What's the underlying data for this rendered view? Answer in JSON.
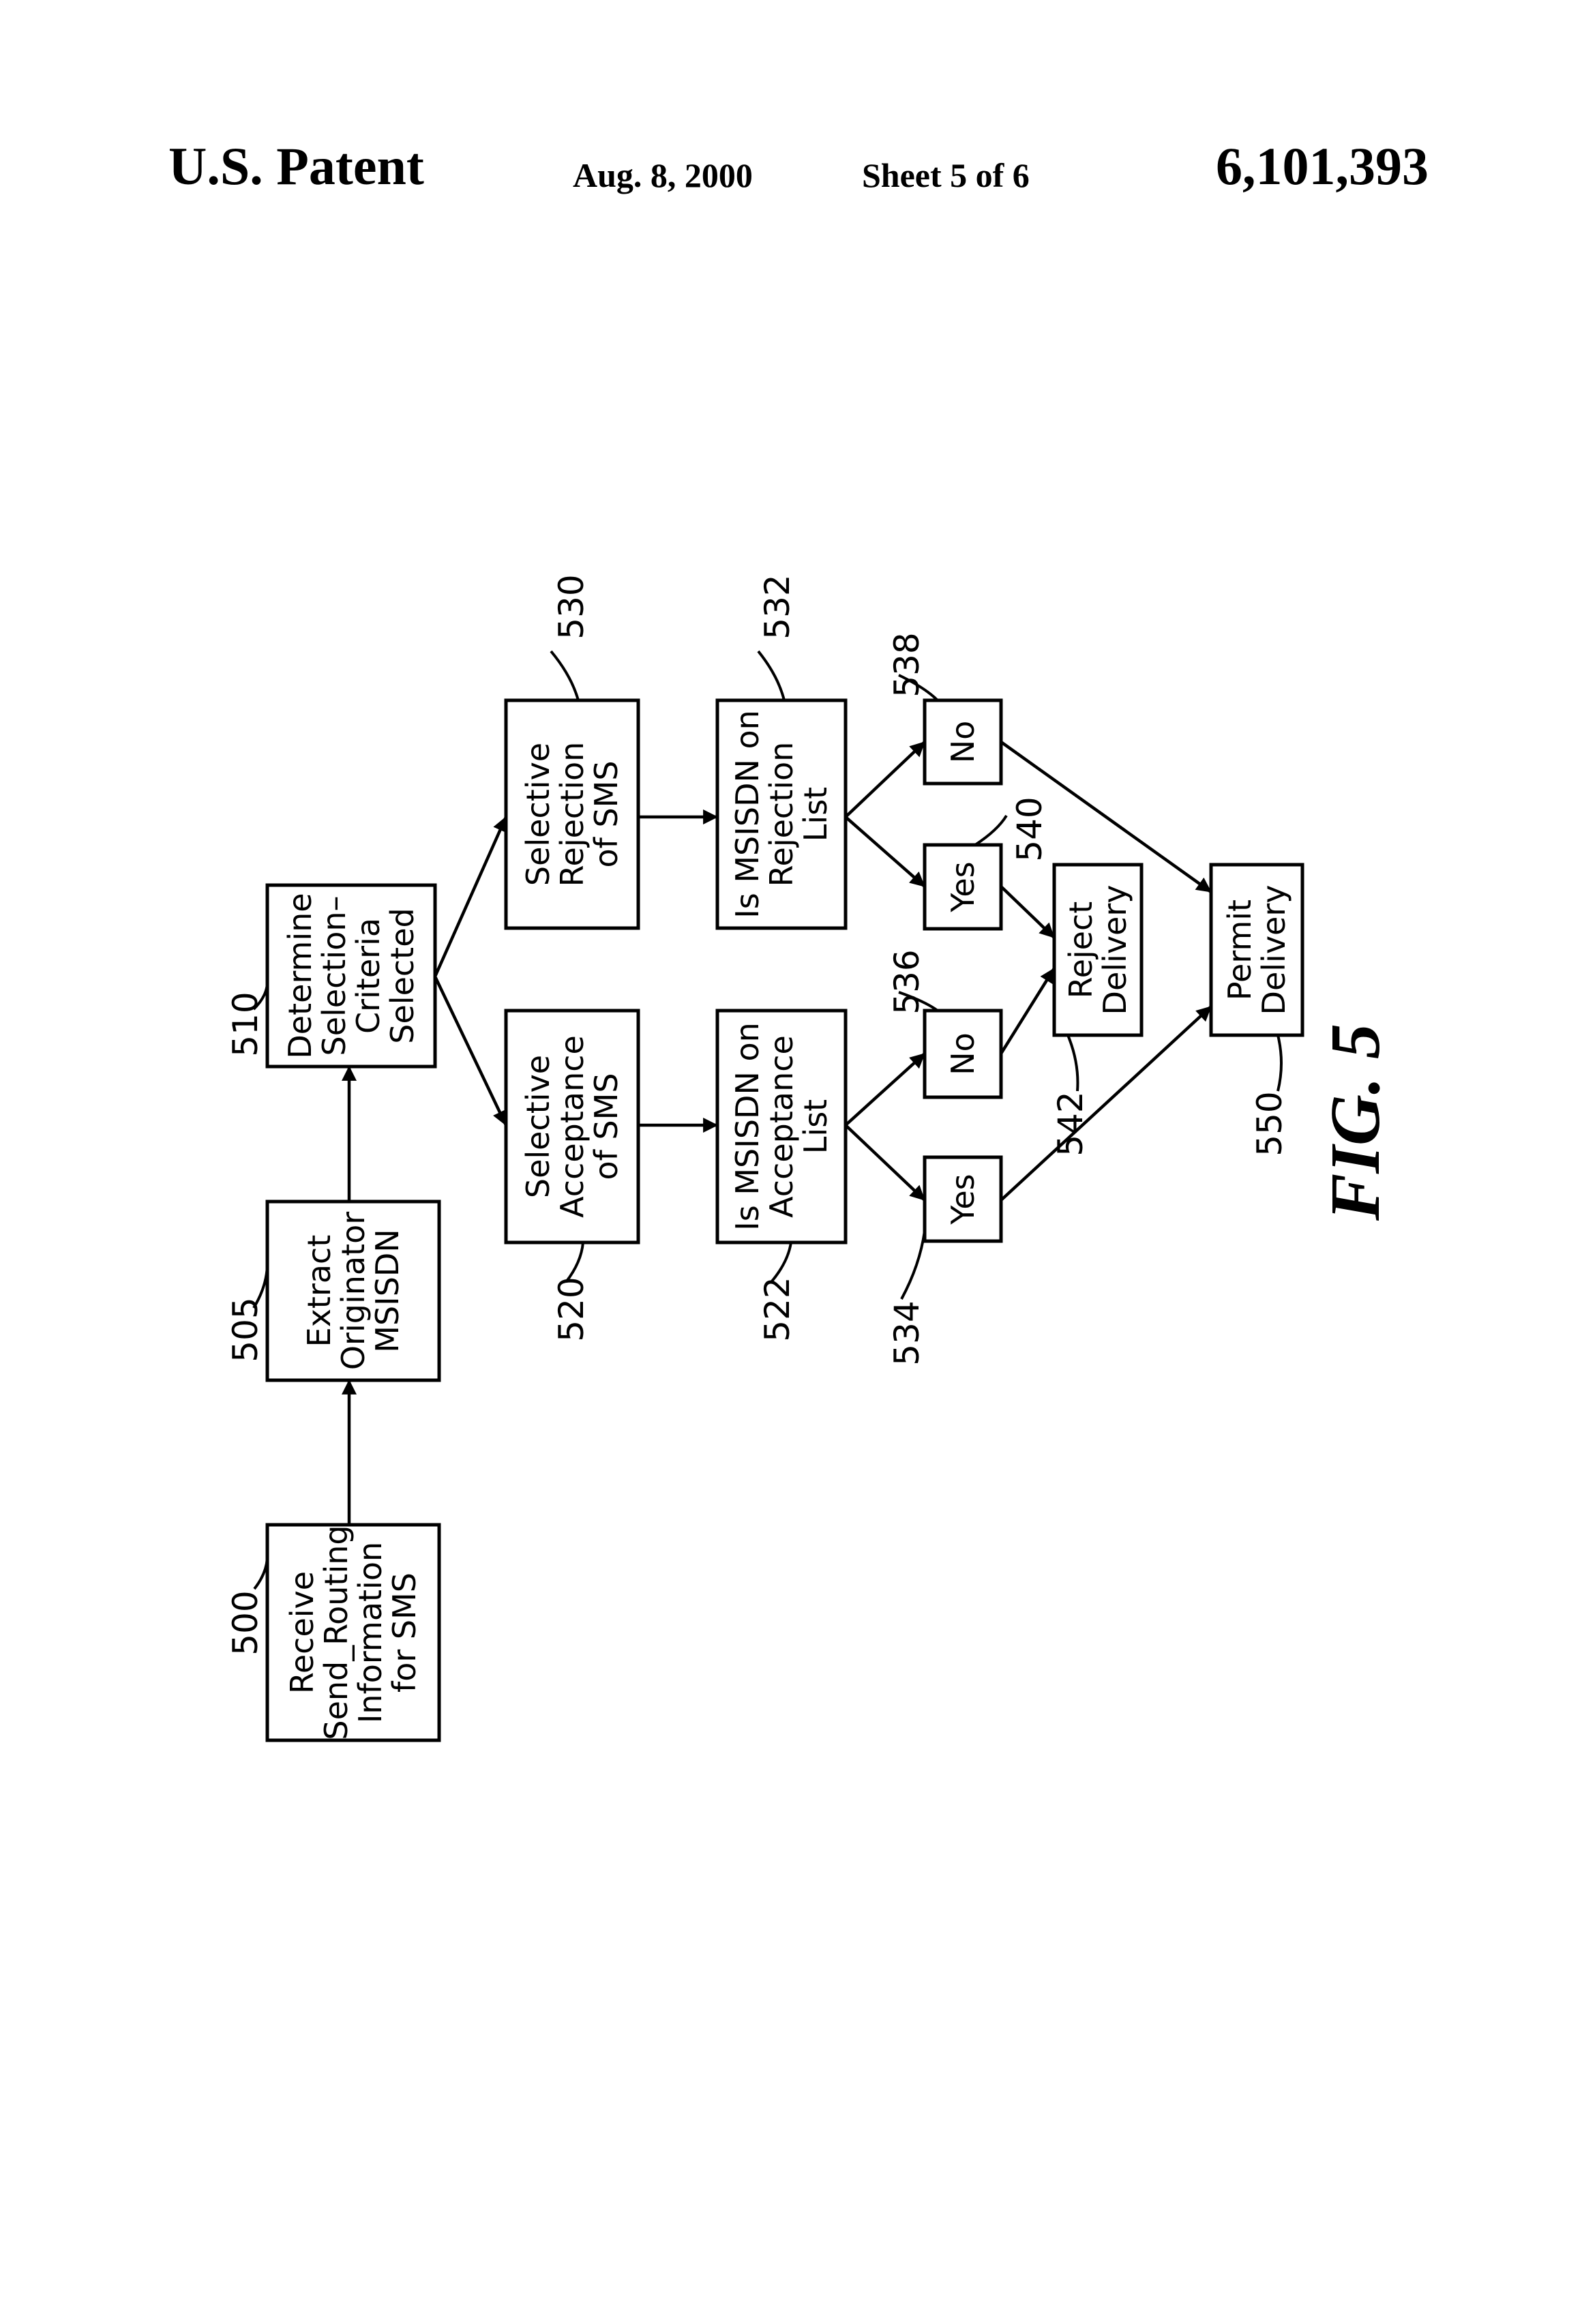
{
  "header": {
    "patent_label": "U.S. Patent",
    "date": "Aug. 8, 2000",
    "sheet": "Sheet 5 of 6",
    "number": "6,101,393"
  },
  "figure_label": "FIG. 5",
  "boxes": [
    {
      "id": "500",
      "lines": [
        "Receive",
        "Send_Routing",
        "Information",
        "for SMS"
      ]
    },
    {
      "id": "505",
      "lines": [
        "Extract",
        "Originator",
        "MSISDN"
      ]
    },
    {
      "id": "510",
      "lines": [
        "Determine",
        "Selection–",
        "Criteria",
        "Selected"
      ]
    },
    {
      "id": "520",
      "lines": [
        "Selective",
        "Acceptance",
        "of SMS"
      ]
    },
    {
      "id": "530",
      "lines": [
        "Selective",
        "Rejection",
        "of SMS"
      ]
    },
    {
      "id": "522",
      "lines": [
        "Is MSISDN on",
        "Acceptance",
        "List"
      ]
    },
    {
      "id": "532",
      "lines": [
        "Is MSISDN on",
        "Rejection",
        "List"
      ]
    },
    {
      "id": "534",
      "lines": [
        "Yes"
      ]
    },
    {
      "id": "536",
      "lines": [
        "No"
      ]
    },
    {
      "id": "540",
      "lines": [
        "Yes"
      ]
    },
    {
      "id": "538",
      "lines": [
        "No"
      ]
    },
    {
      "id": "542",
      "lines": [
        "Reject",
        "Delivery"
      ]
    },
    {
      "id": "550",
      "lines": [
        "Permit",
        "Delivery"
      ]
    }
  ]
}
